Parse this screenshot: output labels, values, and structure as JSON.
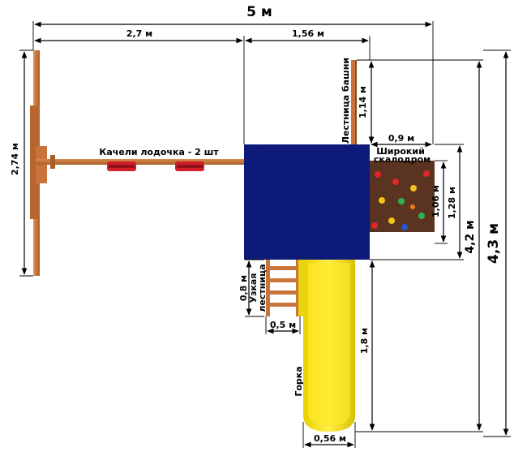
{
  "dimensions": {
    "total_width": "5 м",
    "swing_length": "2,7 м",
    "tower_span": "1,56 м",
    "swing_height": "2,74 м",
    "tower_ladder_height": "1,14 м",
    "wall_width": "0,9 м",
    "wall_inner_height": "1,06 м",
    "wall_outer_height": "1,28 м",
    "depth_inner": "4,2 м",
    "depth_total": "4,3 м",
    "narrow_ladder_height": "0,8 м",
    "narrow_ladder_width": "0,5 м",
    "slide_length": "1,8 м",
    "slide_width": "0,56 м"
  },
  "labels": {
    "swings": "Качели лодочка - 2 шт",
    "tower_ladder": "Лестница башни",
    "wide_wall_1": "Широкий",
    "wide_wall_2": "скалодром",
    "narrow_ladder_1": "Узкая",
    "narrow_ladder_2": "лестница",
    "slide": "Горка"
  },
  "colors": {
    "wood": "#c9743a",
    "wood_dark": "#8a4a1c",
    "roof": "#0e1a7a",
    "slide": "#f4e31a",
    "wall": "#5a3420",
    "seat": "#d21f2a",
    "grip_red": "#e0262b",
    "grip_green": "#2db34a",
    "grip_yellow": "#f2c51a",
    "grip_blue": "#2a53c9",
    "grip_orange": "#f07a1e"
  }
}
